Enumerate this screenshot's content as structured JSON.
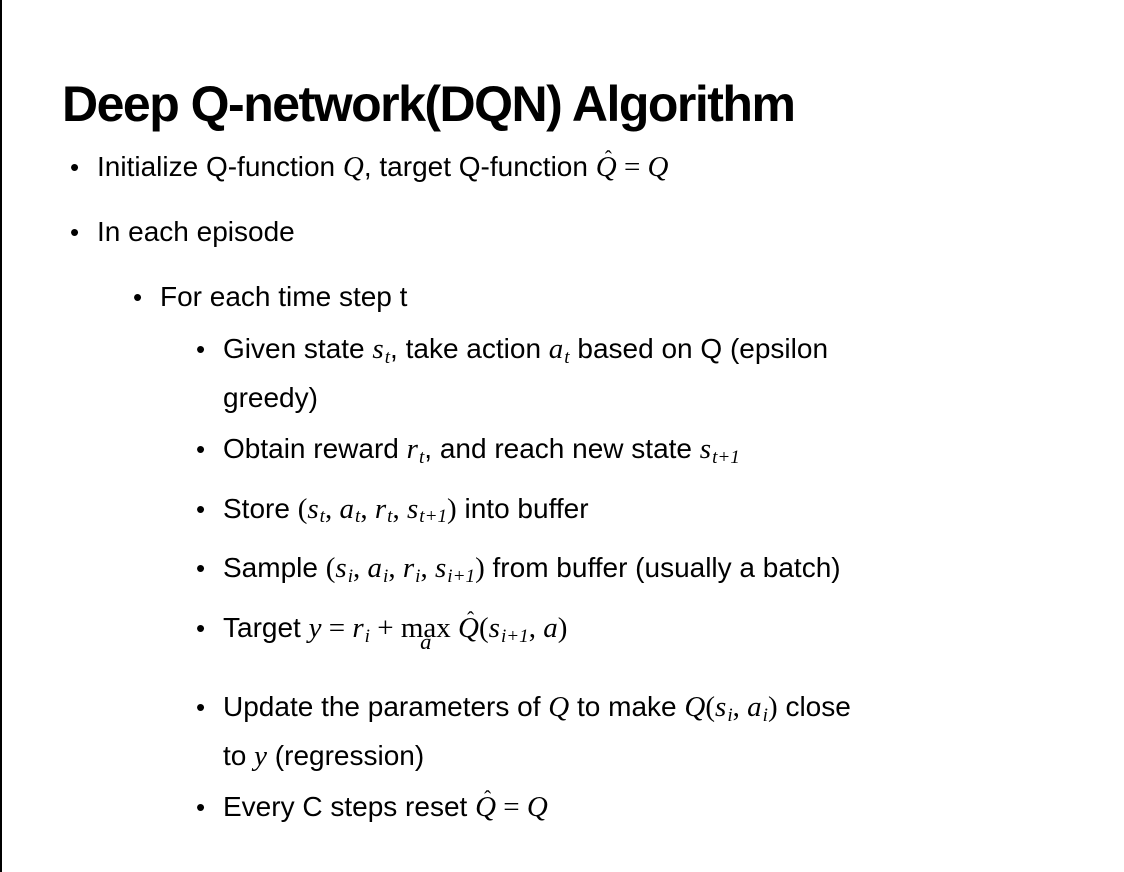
{
  "slide": {
    "title": "Deep Q-network(DQN) Algorithm",
    "background_color": "#ffffff",
    "text_color": "#000000",
    "border_color": "#000000",
    "bullet_char": "•",
    "hat_mark": "ˆ",
    "bullets": [
      {
        "level": 1,
        "segments": [
          {
            "k": "t",
            "v": "Initialize Q-function "
          },
          {
            "k": "m",
            "v": "Q"
          },
          {
            "k": "t",
            "v": ", target Q-function "
          },
          {
            "k": "hat",
            "v": "Q"
          },
          {
            "k": "mu",
            "v": " = "
          },
          {
            "k": "m",
            "v": "Q"
          }
        ]
      },
      {
        "level": 1,
        "segments": [
          {
            "k": "t",
            "v": "In each episode"
          }
        ]
      },
      {
        "level": 2,
        "segments": [
          {
            "k": "t",
            "v": "For each time step t"
          }
        ]
      },
      {
        "level": 3,
        "segments": [
          {
            "k": "t",
            "v": "Given state "
          },
          {
            "k": "msub",
            "v": "s",
            "s": "t"
          },
          {
            "k": "t",
            "v": ", take action "
          },
          {
            "k": "msub",
            "v": "a",
            "s": "t"
          },
          {
            "k": "t",
            "v": " based on Q (epsilon"
          },
          {
            "k": "br"
          },
          {
            "k": "t",
            "v": "greedy)"
          }
        ]
      },
      {
        "level": 3,
        "segments": [
          {
            "k": "t",
            "v": "Obtain reward "
          },
          {
            "k": "msub",
            "v": "r",
            "s": "t"
          },
          {
            "k": "t",
            "v": ", and reach new state "
          },
          {
            "k": "msub",
            "v": "s",
            "s": "t+1"
          }
        ]
      },
      {
        "level": 3,
        "segments": [
          {
            "k": "t",
            "v": "Store "
          },
          {
            "k": "mu",
            "v": "("
          },
          {
            "k": "msub",
            "v": "s",
            "s": "t"
          },
          {
            "k": "mu",
            "v": ", "
          },
          {
            "k": "msub",
            "v": "a",
            "s": "t"
          },
          {
            "k": "mu",
            "v": ", "
          },
          {
            "k": "msub",
            "v": "r",
            "s": "t"
          },
          {
            "k": "mu",
            "v": ", "
          },
          {
            "k": "msub",
            "v": "s",
            "s": "t+1"
          },
          {
            "k": "mu",
            "v": ")"
          },
          {
            "k": "t",
            "v": " into buffer"
          }
        ]
      },
      {
        "level": 3,
        "segments": [
          {
            "k": "t",
            "v": "Sample "
          },
          {
            "k": "mu",
            "v": "("
          },
          {
            "k": "msub",
            "v": "s",
            "s": "i"
          },
          {
            "k": "mu",
            "v": ", "
          },
          {
            "k": "msub",
            "v": "a",
            "s": "i"
          },
          {
            "k": "mu",
            "v": ", "
          },
          {
            "k": "msub",
            "v": "r",
            "s": "i"
          },
          {
            "k": "mu",
            "v": ", "
          },
          {
            "k": "msub",
            "v": "s",
            "s": "i+1"
          },
          {
            "k": "mu",
            "v": ")"
          },
          {
            "k": "t",
            "v": " from buffer (usually a batch)"
          }
        ]
      },
      {
        "level": 3,
        "segments": [
          {
            "k": "t",
            "v": "Target "
          },
          {
            "k": "m",
            "v": "y"
          },
          {
            "k": "mu",
            "v": " = "
          },
          {
            "k": "msub",
            "v": "r",
            "s": "i"
          },
          {
            "k": "mu",
            "v": " + "
          },
          {
            "k": "underop",
            "v": "max",
            "u": "a"
          },
          {
            "k": "mu",
            "v": " "
          },
          {
            "k": "hat",
            "v": "Q"
          },
          {
            "k": "mu",
            "v": "("
          },
          {
            "k": "msub",
            "v": "s",
            "s": "i+1"
          },
          {
            "k": "mu",
            "v": ", "
          },
          {
            "k": "m",
            "v": "a"
          },
          {
            "k": "mu",
            "v": ")"
          }
        ]
      },
      {
        "level": 3,
        "segments": [
          {
            "k": "t",
            "v": "Update the parameters of "
          },
          {
            "k": "m",
            "v": "Q"
          },
          {
            "k": "t",
            "v": " to make "
          },
          {
            "k": "m",
            "v": "Q"
          },
          {
            "k": "mu",
            "v": "("
          },
          {
            "k": "msub",
            "v": "s",
            "s": "i"
          },
          {
            "k": "mu",
            "v": ", "
          },
          {
            "k": "msub",
            "v": "a",
            "s": "i"
          },
          {
            "k": "mu",
            "v": ")"
          },
          {
            "k": "t",
            "v": " close"
          },
          {
            "k": "br"
          },
          {
            "k": "t",
            "v": "to "
          },
          {
            "k": "m",
            "v": "y"
          },
          {
            "k": "t",
            "v": " (regression)"
          }
        ]
      },
      {
        "level": 3,
        "segments": [
          {
            "k": "t",
            "v": "Every C steps reset "
          },
          {
            "k": "hat",
            "v": "Q"
          },
          {
            "k": "mu",
            "v": " = "
          },
          {
            "k": "m",
            "v": "Q"
          }
        ]
      }
    ]
  }
}
